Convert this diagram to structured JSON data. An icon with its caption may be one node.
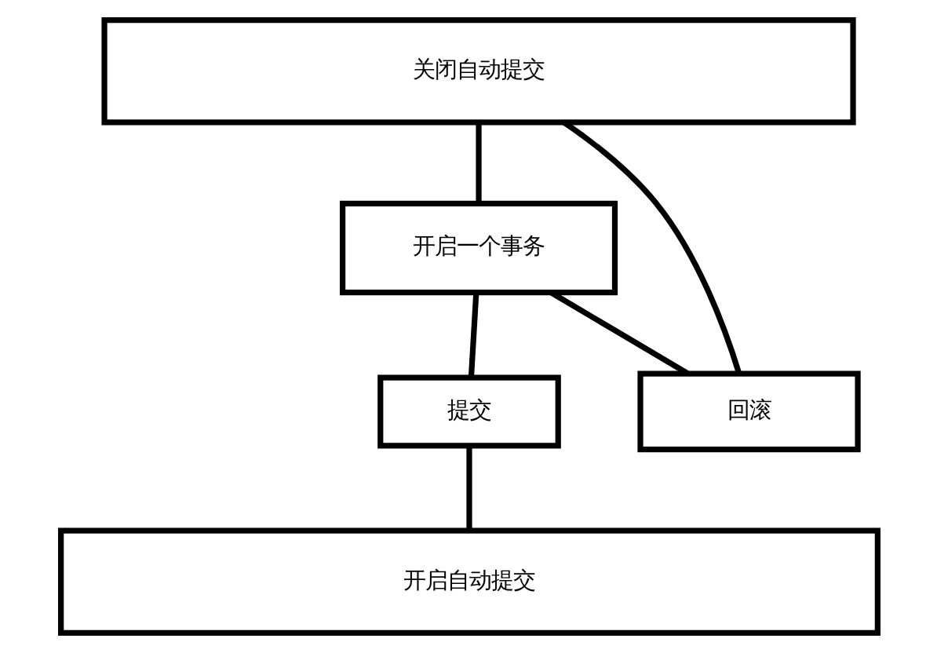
{
  "diagram": {
    "nodes": [
      {
        "text": [
          "关闭自动提交"
        ]
      },
      {
        "text": [
          "开启一个事务"
        ]
      },
      {
        "text": [
          "提交"
        ]
      },
      {
        "text": [
          "回滚"
        ]
      },
      {
        "text": [
          "开启自动提交"
        ]
      }
    ],
    "edges": [
      {
        "from": 0,
        "to": 1,
        "arrow": "none"
      },
      {
        "from": 1,
        "to": 2,
        "arrow": "none"
      },
      {
        "from": 1,
        "to": 3,
        "arrow": "none"
      },
      {
        "from": 3,
        "to": 0,
        "arrow": "none"
      },
      {
        "from": 2,
        "to": 4,
        "arrow": "none"
      }
    ]
  }
}
